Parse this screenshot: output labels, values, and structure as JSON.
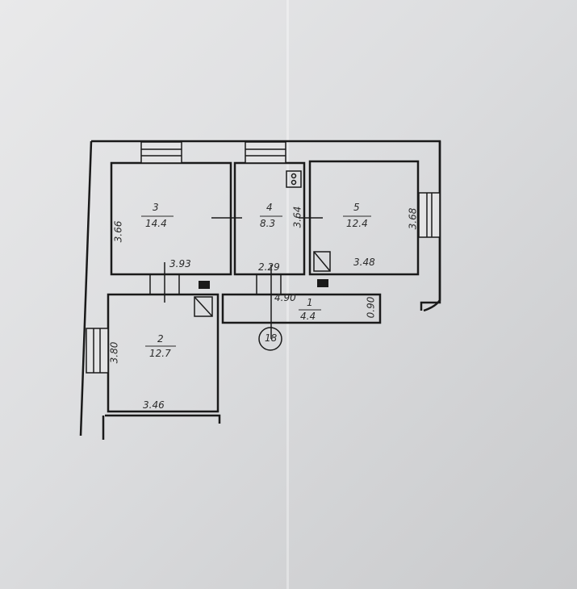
{
  "plan": {
    "rooms": [
      {
        "id": "3",
        "number": "3",
        "area": "14.4",
        "width": "3.93",
        "depth": "3.66"
      },
      {
        "id": "4",
        "number": "4",
        "area": "8.3",
        "width": "2.29",
        "depth": "3.64"
      },
      {
        "id": "5",
        "number": "5",
        "area": "12.4",
        "width": "3.48",
        "depth": "3.68"
      },
      {
        "id": "2",
        "number": "2",
        "area": "12.7",
        "width": "3.46",
        "depth": "3.80"
      },
      {
        "id": "1",
        "number": "1",
        "area": "4.4",
        "width": "4.90",
        "depth": "0.90"
      }
    ],
    "apartment_marker": "18"
  },
  "colors": {
    "ink": "#1a1a1a",
    "paper": "#dedfe1"
  }
}
